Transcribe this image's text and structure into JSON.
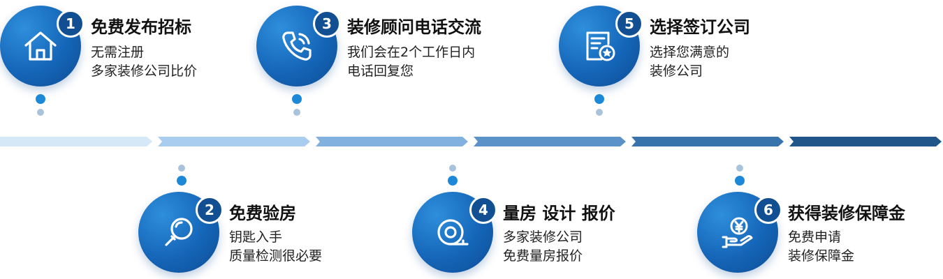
{
  "steps": [
    {
      "number": "1",
      "title": "免费发布招标",
      "lines": [
        "无需注册",
        "多家装修公司比价"
      ],
      "icon": "house-icon"
    },
    {
      "number": "2",
      "title": "免费验房",
      "lines": [
        "钥匙入手",
        "质量检测很必要"
      ],
      "icon": "magnifier-icon"
    },
    {
      "number": "3",
      "title": "装修顾问电话交流",
      "lines": [
        "我们会在2个工作日内",
        "电话回复您"
      ],
      "icon": "phone-icon"
    },
    {
      "number": "4",
      "title": "量房 设计 报价",
      "lines": [
        "多家装修公司",
        "免费量房报价"
      ],
      "icon": "tape-measure-icon"
    },
    {
      "number": "5",
      "title": "选择签订公司",
      "lines": [
        "选择您满意的",
        "装修公司"
      ],
      "icon": "contract-star-icon"
    },
    {
      "number": "6",
      "title": "获得装修保障金",
      "lines": [
        "免费申请",
        "装修保障金"
      ],
      "icon": "yen-hand-icon"
    }
  ],
  "colors": {
    "circle": "#1565b8",
    "badge": "#114f92",
    "dot": "#1e88d8",
    "dot_light": "#a9c3dd",
    "arrow_start": "#cfe4f7",
    "arrow_end": "#1b4f86"
  }
}
